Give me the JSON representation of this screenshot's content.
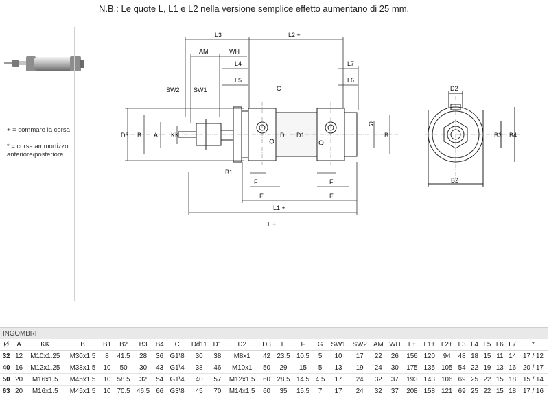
{
  "note": "N.B.: Le quote L, L1 e L2 nella versione semplice effetto aumentano di 25 mm.",
  "legend": {
    "plus": "+ = sommare la corsa",
    "star_line1": "* = corsa ammortizzo",
    "star_line2": "anteriore/posteriore"
  },
  "drawing_labels": {
    "L3": "L3",
    "L2": "L2 +",
    "AM": "AM",
    "WH": "WH",
    "L4": "L4",
    "L5": "L5",
    "L7": "L7",
    "L6": "L6",
    "SW2": "SW2",
    "SW1": "SW1",
    "C": "C",
    "D3": "D3",
    "B_left": "B",
    "A": "A",
    "KK": "KK",
    "D": "D",
    "D1": "D1",
    "G": "G",
    "B_right": "B",
    "B1": "B1",
    "F1": "F",
    "F2": "F",
    "E1": "E",
    "E2": "E",
    "L1": "L1 +",
    "L": "L +",
    "D2": "D2",
    "B3": "B3",
    "B4": "B4",
    "B2": "B2"
  },
  "table": {
    "title": "INGOMBRI",
    "headers": [
      "Ø",
      "A",
      "KK",
      "B",
      "B1",
      "B2",
      "B3",
      "B4",
      "C",
      "Dd11",
      "D1",
      "D2",
      "D3",
      "E",
      "F",
      "G",
      "SW1",
      "SW2",
      "AM",
      "WH",
      "L+",
      "L1+",
      "L2+",
      "L3",
      "L4",
      "L5",
      "L6",
      "L7",
      "*"
    ],
    "rows": [
      [
        "32",
        "12",
        "M10x1.25",
        "M30x1.5",
        "8",
        "41.5",
        "28",
        "36",
        "G1\\8",
        "30",
        "38",
        "M8x1",
        "42",
        "23.5",
        "10.5",
        "5",
        "10",
        "17",
        "22",
        "26",
        "156",
        "120",
        "94",
        "48",
        "18",
        "15",
        "11",
        "14",
        "17 / 12"
      ],
      [
        "40",
        "16",
        "M12x1.25",
        "M38x1.5",
        "10",
        "50",
        "30",
        "43",
        "G1\\4",
        "38",
        "46",
        "M10x1",
        "50",
        "29",
        "15",
        "5",
        "13",
        "19",
        "24",
        "30",
        "175",
        "135",
        "105",
        "54",
        "22",
        "19",
        "13",
        "16",
        "20 / 17"
      ],
      [
        "50",
        "20",
        "M16x1.5",
        "M45x1.5",
        "10",
        "58.5",
        "32",
        "54",
        "G1\\4",
        "40",
        "57",
        "M12x1.5",
        "60",
        "28.5",
        "14.5",
        "4.5",
        "17",
        "24",
        "32",
        "37",
        "193",
        "143",
        "106",
        "69",
        "25",
        "22",
        "15",
        "18",
        "15 / 14"
      ],
      [
        "63",
        "20",
        "M16x1.5",
        "M45x1.5",
        "10",
        "70.5",
        "46.5",
        "66",
        "G3\\8",
        "45",
        "70",
        "M14x1.5",
        "60",
        "35",
        "15.5",
        "7",
        "17",
        "24",
        "32",
        "37",
        "208",
        "158",
        "121",
        "69",
        "25",
        "22",
        "15",
        "18",
        "17 / 16"
      ]
    ]
  }
}
